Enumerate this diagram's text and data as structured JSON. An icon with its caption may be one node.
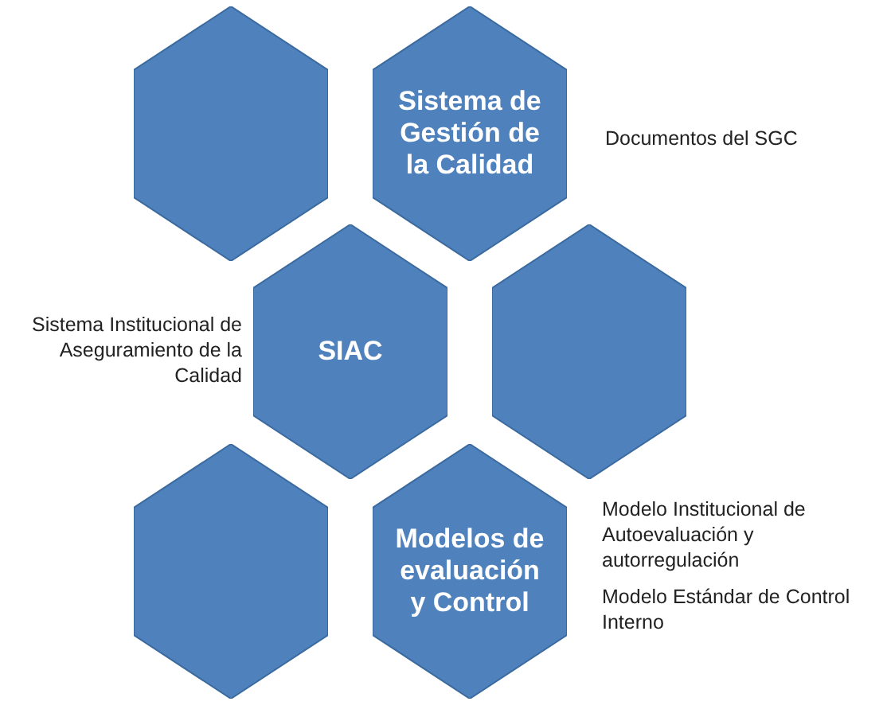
{
  "diagram": {
    "nodes": [
      {
        "text": [],
        "shape": "hexagon"
      },
      {
        "text": [
          "Sistema de Gestión de la Calidad"
        ],
        "beside": [
          "Documentos del SGC"
        ]
      },
      {
        "text": [
          "SIAC"
        ],
        "beside": [
          "Sistema Institucional de Aseguramiento de la Calidad"
        ]
      },
      {
        "text": [],
        "shape": "hexagon"
      },
      {
        "text": [],
        "shape": "hexagon"
      },
      {
        "text": [
          "Modelos de evaluación y Control"
        ],
        "beside": [
          "Modelo Institucional de Autoevaluación y autorregulación",
          "Modelo Estándar de Control Interno"
        ]
      }
    ]
  }
}
